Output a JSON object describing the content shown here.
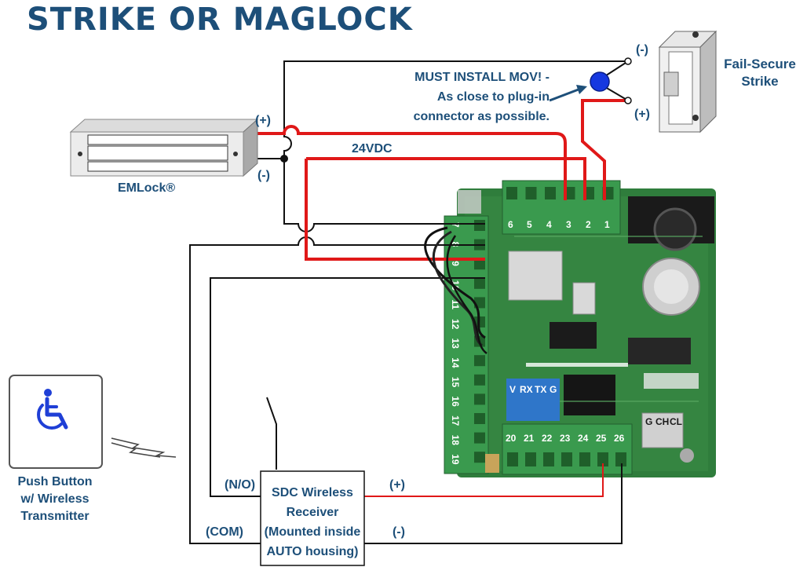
{
  "title": "STRIKE OR MAGLOCK",
  "labels": {
    "plus_top": "(+)",
    "minus_em": "(-)",
    "v24": "24VDC",
    "emlock": "EMLock®",
    "minus_strike": "(-)",
    "plus_strike": "(+)",
    "strike_line1": "Fail-Secure",
    "strike_line2": "Strike",
    "mov_line1": "MUST INSTALL MOV! -",
    "mov_line2": "As close to plug-in",
    "mov_line3": "connector as possible.",
    "push_line1": "Push Button",
    "push_line2": "w/ Wireless",
    "push_line3": "Transmitter",
    "no": "(N/O)",
    "com": "(COM)",
    "rx_plus": "(+)",
    "rx_minus": "(-)",
    "rx_line1": "SDC Wireless",
    "rx_line2": "Receiver",
    "rx_line3": "(Mounted inside",
    "rx_line4": "AUTO housing)"
  },
  "terminals": {
    "top": [
      "6",
      "5",
      "4",
      "3",
      "2",
      "1"
    ],
    "left": [
      "7",
      "8",
      "9",
      "10",
      "11",
      "12",
      "13",
      "14",
      "15",
      "16",
      "17",
      "18",
      "19"
    ],
    "bottom": [
      "20",
      "21",
      "22",
      "23",
      "24",
      "25",
      "26"
    ],
    "blue_block": [
      "V",
      "RX",
      "TX",
      "G"
    ],
    "gcc": [
      "G",
      "CH",
      "CL"
    ]
  },
  "colors": {
    "title_blue": "#1d4f79",
    "wire_red": "#e01818",
    "wire_black": "#111111",
    "pcb_green": "#2f7d3c",
    "terminal_green": "#3a9a4e",
    "handicap_blue": "#1f3fd6"
  },
  "icons": [
    "wheelchair-icon",
    "wireless-signal-icon",
    "mov-component-icon"
  ]
}
